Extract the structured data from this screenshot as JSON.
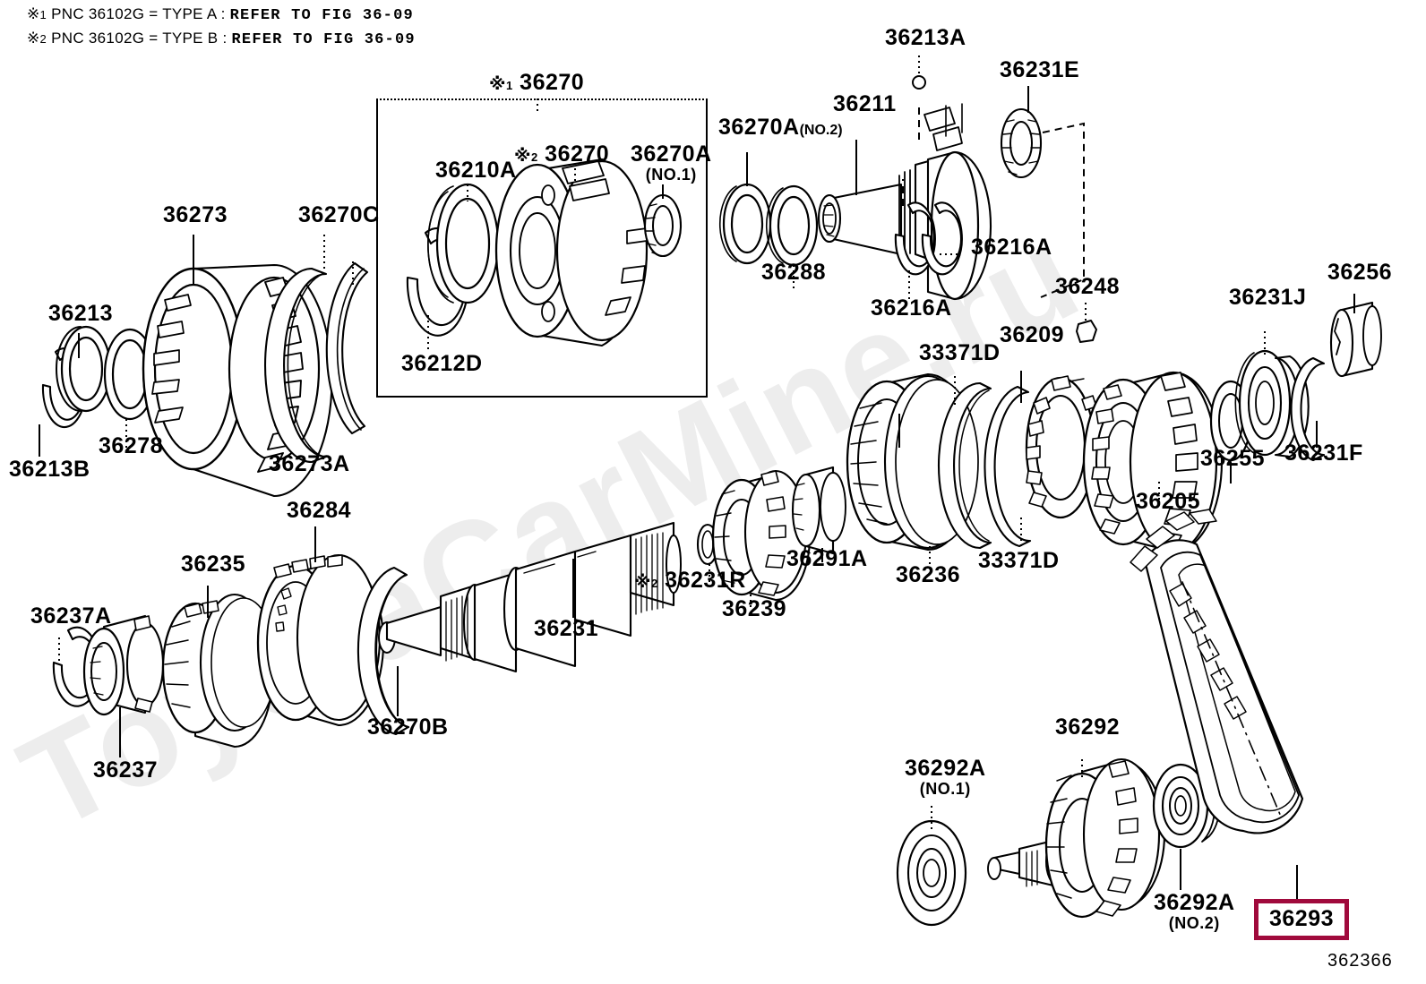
{
  "figure": {
    "number": "362366",
    "notes": [
      {
        "mark": "※",
        "mark_num": "1",
        "text": "PNC 36102G = TYPE A :",
        "ref": "REFER TO FIG 36-09"
      },
      {
        "mark": "※",
        "mark_num": "2",
        "text": "PNC 36102G = TYPE B :",
        "ref": "REFER TO FIG 36-09"
      }
    ],
    "watermark": "ToyotaCarMine.ru",
    "highlight_color": "#A00A3C",
    "highlighted_part": "36293"
  },
  "inset": {
    "title_mark": "※",
    "title_mark_num": "1",
    "title": "36270"
  },
  "labels": {
    "l36273": "36273",
    "l36270C": "36270C",
    "l36213": "36213",
    "l36278": "36278",
    "l36213B": "36213B",
    "l36273A": "36273A",
    "l36210A": "36210A",
    "l36270_inner": "36270",
    "l36270_inner_mark": "※",
    "l36270_inner_num": "2",
    "l36270A1": "36270A",
    "l36270A1_no": "(NO.1)",
    "l36212D": "36212D",
    "l36270A2": "36270A",
    "l36270A2_no": "(NO.2)",
    "l36288": "36288",
    "l36211": "36211",
    "l36213A": "36213A",
    "l36231E": "36231E",
    "l36216A_1": "36216A",
    "l36216A_2": "36216A",
    "l36248": "36248",
    "l36209": "36209",
    "l33371D_1": "33371D",
    "l33371D_2": "33371D",
    "l36205": "36205",
    "l36255": "36255",
    "l36231J": "36231J",
    "l36231F": "36231F",
    "l36256": "36256",
    "l36236": "36236",
    "l36291A": "36291A",
    "l36239": "36239",
    "l36231R": "36231R",
    "l36231R_mark": "※",
    "l36231R_num": "2",
    "l36231": "36231",
    "l36270B": "36270B",
    "l36284": "36284",
    "l36235": "36235",
    "l36237": "36237",
    "l36237A": "36237A",
    "l36292": "36292",
    "l36292A1": "36292A",
    "l36292A1_no": "(NO.1)",
    "l36292A2": "36292A",
    "l36292A2_no": "(NO.2)",
    "l36293": "36293"
  }
}
